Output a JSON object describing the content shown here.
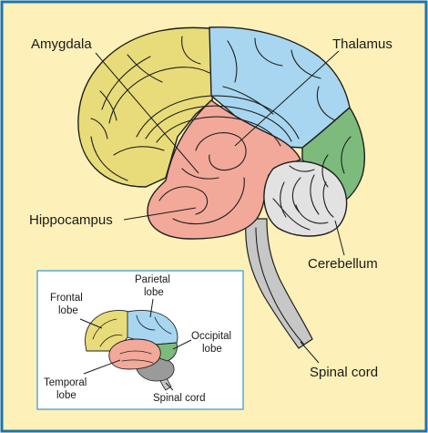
{
  "colors": {
    "background": "#fdf0b8",
    "frame": "#1f73a8",
    "frontal": "#e8dc7a",
    "parietal": "#a8d6f0",
    "occipital": "#7dbb7d",
    "limbic": "#f2a99a",
    "cerebellum": "#d8d8d8",
    "spinal": "#c7c7c7"
  },
  "labels": {
    "amygdala": "Amygdala",
    "thalamus": "Thalamus",
    "hippocampus": "Hippocampus",
    "cerebellum": "Cerebellum",
    "spinal_cord": "Spinal cord"
  },
  "inset": {
    "parietal_line1": "Parietal",
    "parietal_line2": "lobe",
    "frontal_line1": "Frontal",
    "frontal_line2": "lobe",
    "occipital_line1": "Occipital",
    "occipital_line2": "lobe",
    "temporal_line1": "Temporal",
    "temporal_line2": "lobe",
    "spinal_cord": "Spinal cord"
  }
}
